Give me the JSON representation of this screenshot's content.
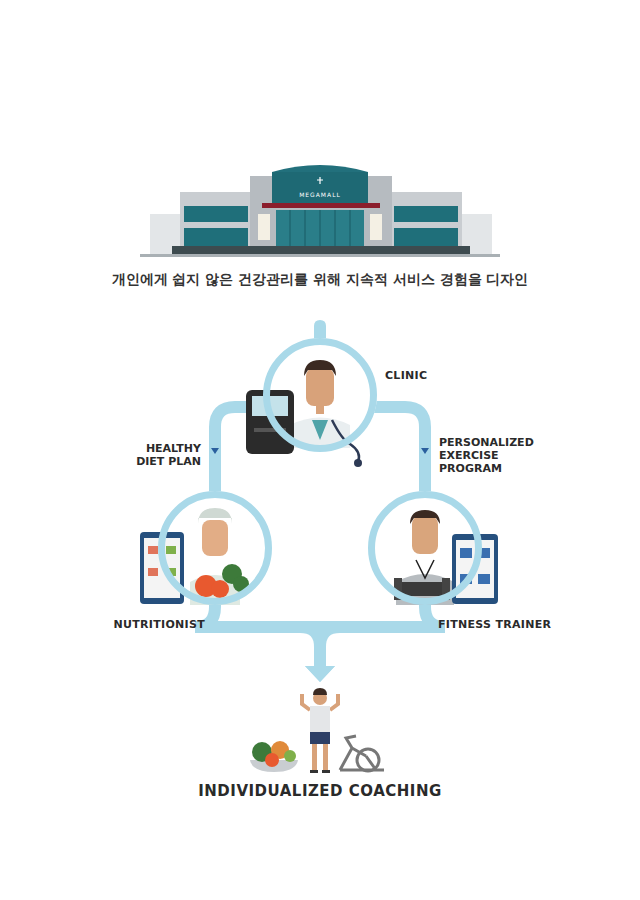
{
  "diagram": {
    "title": "개인에게 쉽지 않은 건강관리를 위해 지속적 서비스 경험을 디자인",
    "nodes": [
      {
        "text": [
          "CLINIC"
        ]
      },
      {
        "text": [
          "NUTRITIONIST"
        ]
      },
      {
        "text": [
          "FITNESS TRAINER"
        ]
      },
      {
        "text": [
          "INDIVIDUALIZED COACHING"
        ]
      }
    ],
    "edges": [
      {
        "from": 0,
        "to": 1,
        "label": "HEALTHY DIET PLAN",
        "arrow": "to"
      },
      {
        "from": 0,
        "to": 2,
        "label": "PERSONALIZED EXERCISE PROGRAM",
        "arrow": "to"
      },
      {
        "from": 1,
        "to": 3,
        "arrow": "to"
      },
      {
        "from": 2,
        "to": 3,
        "arrow": "to"
      }
    ],
    "labels": [
      "MEGAMALL"
    ]
  }
}
